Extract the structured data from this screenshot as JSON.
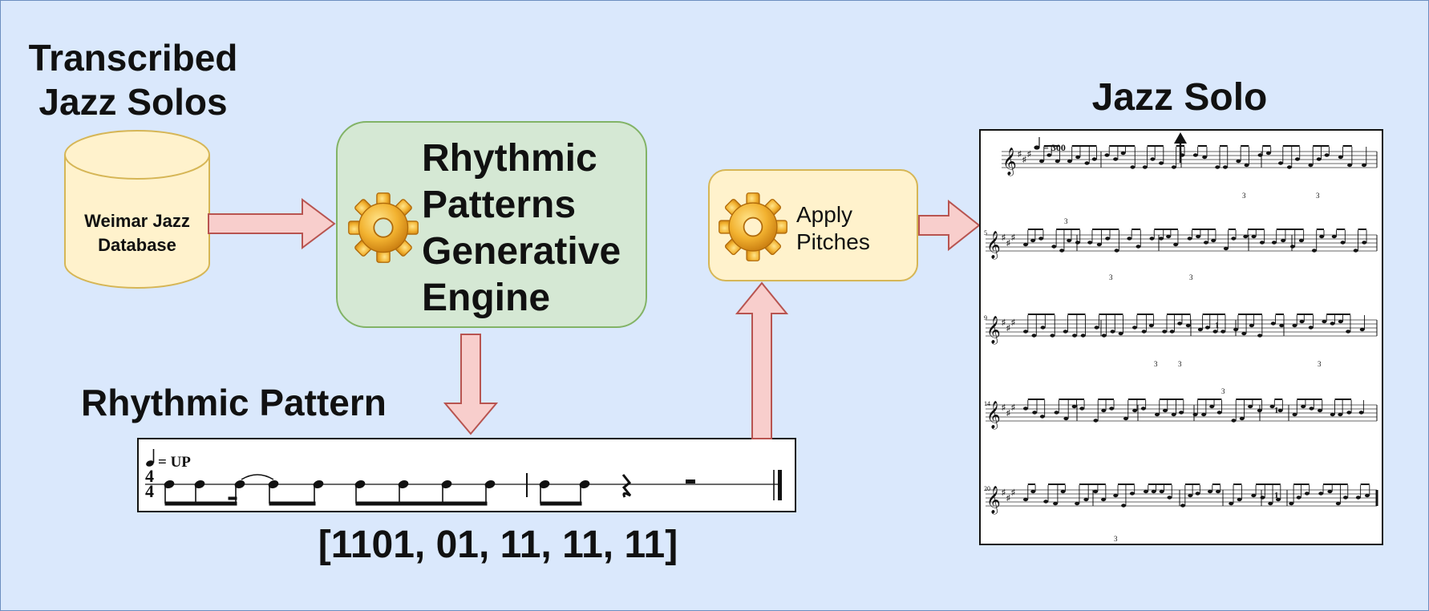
{
  "labels": {
    "transcribed_line1": "Transcribed",
    "transcribed_line2": "Jazz Solos",
    "database_line1": "Weimar Jazz",
    "database_line2": "Database",
    "engine_line1": "Rhythmic",
    "engine_line2": "Patterns",
    "engine_line3": "Generative",
    "engine_line4": "Engine",
    "pitches_line1": "Apply",
    "pitches_line2": "Pitches",
    "jazz_solo": "Jazz Solo",
    "rhythmic_pattern": "Rhythmic Pattern",
    "pattern_code": "[1101, 01, 11, 11, 11]"
  },
  "rhythm_score": {
    "tempo": "= UP",
    "time_signature_top": "4",
    "time_signature_bottom": "4"
  },
  "solo_score": {
    "tempo": "= 300",
    "triplet": "3",
    "whole_rest_count": "1",
    "measure_numbers": [
      "5",
      "9",
      "14",
      "20"
    ]
  },
  "colors": {
    "background": "#dae8fc",
    "engine_fill": "#d5e8d4",
    "engine_stroke": "#82b366",
    "pitch_fill": "#fff2cc",
    "pitch_stroke": "#d6b656",
    "arrow_fill": "#f8cecc",
    "arrow_stroke": "#b85450"
  },
  "icons": [
    "database-cylinder-icon",
    "gear-icon",
    "arrow-right-icon",
    "arrow-down-icon",
    "arrow-up-icon"
  ]
}
